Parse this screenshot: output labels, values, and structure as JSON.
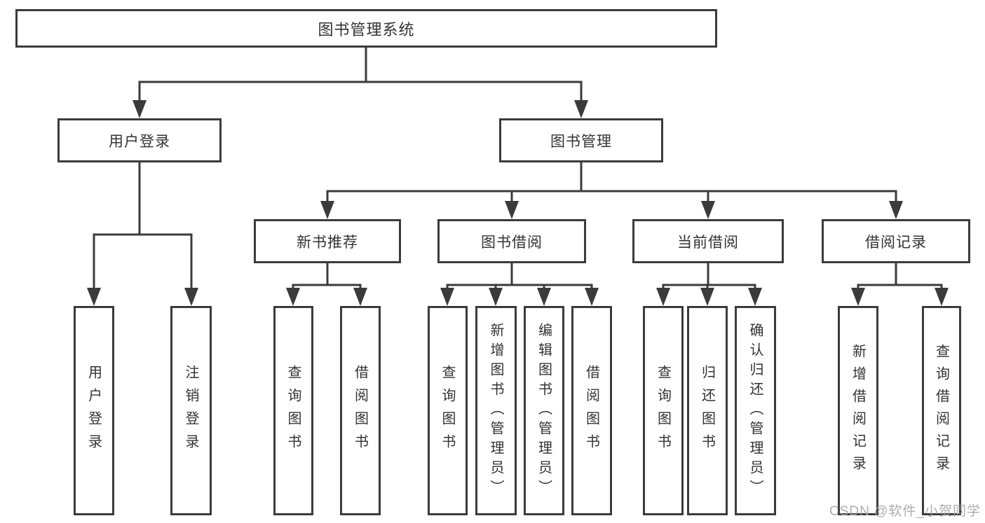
{
  "tree": {
    "root": "图书管理系统",
    "children": [
      {
        "label": "用户登录",
        "children": [
          {
            "label": "用户登录"
          },
          {
            "label": "注销登录"
          }
        ]
      },
      {
        "label": "图书管理",
        "children": [
          {
            "label": "新书推荐",
            "children": [
              {
                "label": "查询图书"
              },
              {
                "label": "借阅图书"
              }
            ]
          },
          {
            "label": "图书借阅",
            "children": [
              {
                "label": "查询图书"
              },
              {
                "label": "新增图书（管理员）"
              },
              {
                "label": "编辑图书（管理员）"
              },
              {
                "label": "借阅图书"
              }
            ]
          },
          {
            "label": "当前借阅",
            "children": [
              {
                "label": "查询图书"
              },
              {
                "label": "归还图书"
              },
              {
                "label": "确认归还（管理员）"
              }
            ]
          },
          {
            "label": "借阅记录",
            "children": [
              {
                "label": "新增借阅记录"
              },
              {
                "label": "查询借阅记录"
              }
            ]
          }
        ]
      }
    ]
  },
  "watermark": "CSDN @软件_小贺同学",
  "colors": {
    "line": "#3b3b3b",
    "text": "#333333",
    "watermark": "#a4a4a4",
    "background": "#ffffff"
  }
}
